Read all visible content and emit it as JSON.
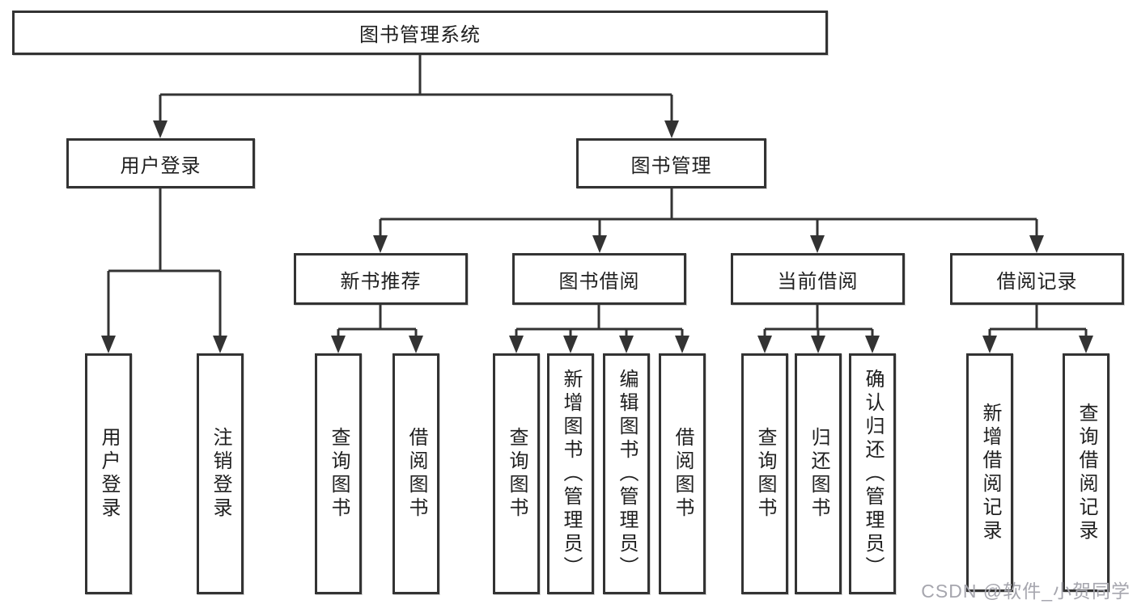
{
  "tree": {
    "root": "图书管理系统",
    "branches": [
      {
        "label": "用户登录",
        "leaves": [
          "用户登录",
          "注销登录"
        ]
      },
      {
        "label": "图书管理",
        "groups": [
          {
            "label": "新书推荐",
            "leaves": [
              "查询图书",
              "借阅图书"
            ]
          },
          {
            "label": "图书借阅",
            "leaves": [
              "查询图书",
              "新增图书（管理员）",
              "编辑图书（管理员）",
              "借阅图书"
            ]
          },
          {
            "label": "当前借阅",
            "leaves": [
              "查询图书",
              "归还图书",
              "确认归还（管理员）"
            ]
          },
          {
            "label": "借阅记录",
            "leaves": [
              "新增借阅记录",
              "查询借阅记录"
            ]
          }
        ]
      }
    ]
  },
  "watermark": {
    "text": "CSDN @软件_小贺同学"
  },
  "colors": {
    "line": "#333333",
    "box_border": "#333333",
    "box_fill": "#ffffff",
    "text": "#1f1f1f",
    "watermark": "#a6a6ae"
  }
}
